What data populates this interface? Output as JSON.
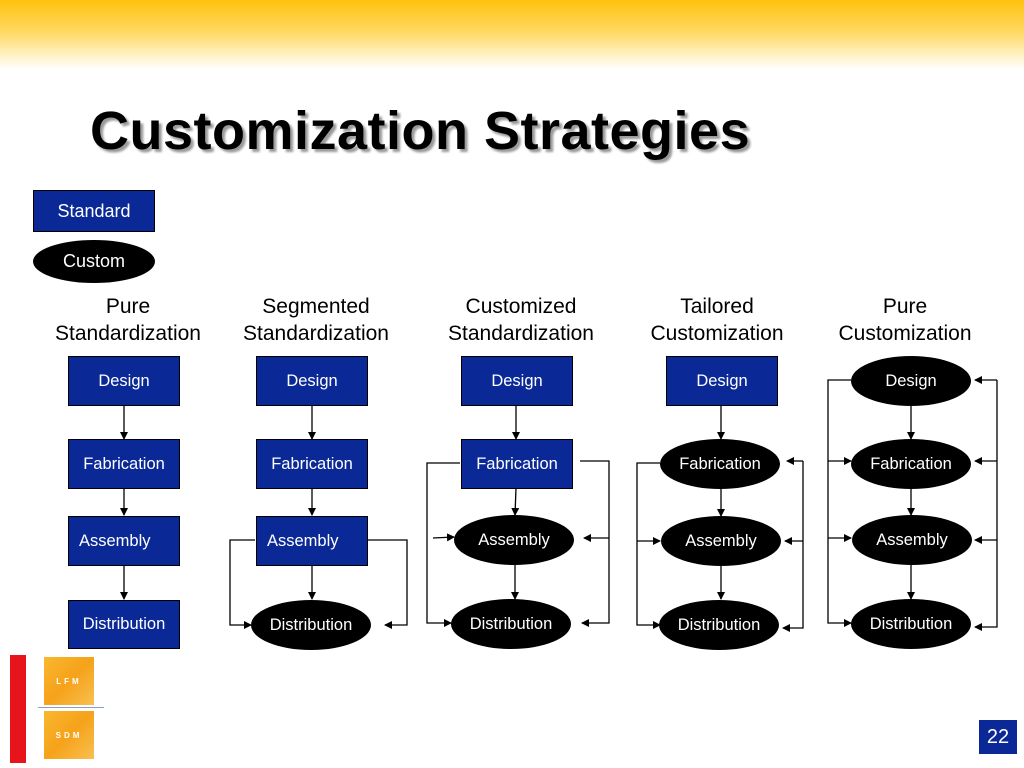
{
  "title": "Customization Strategies",
  "legend": {
    "standard": "Standard",
    "custom": "Custom"
  },
  "columns": [
    {
      "line1": "Pure",
      "line2": "Standardization",
      "nodes": [
        {
          "label": "Design",
          "type": "standard"
        },
        {
          "label": "Fabrication",
          "type": "standard"
        },
        {
          "label": "Assembly",
          "type": "standard"
        },
        {
          "label": "Distribution",
          "type": "standard"
        }
      ]
    },
    {
      "line1": "Segmented",
      "line2": "Standardization",
      "nodes": [
        {
          "label": "Design",
          "type": "standard"
        },
        {
          "label": "Fabrication",
          "type": "standard"
        },
        {
          "label": "Assembly",
          "type": "standard"
        },
        {
          "label": "Distribution",
          "type": "custom"
        }
      ]
    },
    {
      "line1": "Customized",
      "line2": "Standardization",
      "nodes": [
        {
          "label": "Design",
          "type": "standard"
        },
        {
          "label": "Fabrication",
          "type": "standard"
        },
        {
          "label": "Assembly",
          "type": "custom"
        },
        {
          "label": "Distribution",
          "type": "custom"
        }
      ]
    },
    {
      "line1": "Tailored",
      "line2": "Customization",
      "nodes": [
        {
          "label": "Design",
          "type": "standard"
        },
        {
          "label": "Fabrication",
          "type": "custom"
        },
        {
          "label": "Assembly",
          "type": "custom"
        },
        {
          "label": "Distribution",
          "type": "custom"
        }
      ]
    },
    {
      "line1": "Pure",
      "line2": "Customization",
      "nodes": [
        {
          "label": "Design",
          "type": "custom"
        },
        {
          "label": "Fabrication",
          "type": "custom"
        },
        {
          "label": "Assembly",
          "type": "custom"
        },
        {
          "label": "Distribution",
          "type": "custom"
        }
      ]
    }
  ],
  "logo": {
    "top": "LFM",
    "bottom": "SDM"
  },
  "page_number": "22",
  "colors": {
    "standard_fill": "#0a2896",
    "custom_fill": "#000000",
    "header_gradient": "#ffc20e",
    "logo_red": "#e8141c",
    "logo_orange": "#f6a21a"
  }
}
